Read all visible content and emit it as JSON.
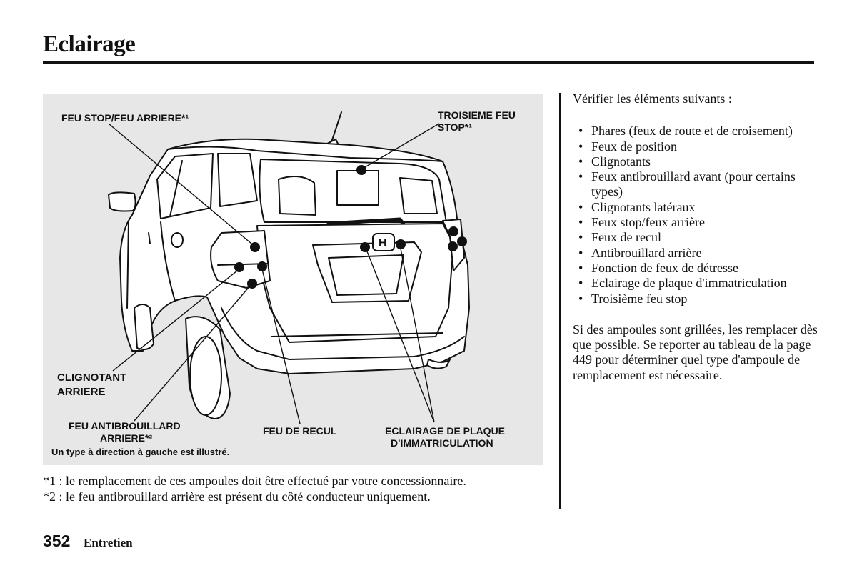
{
  "header": {
    "title": "Eclairage"
  },
  "figure": {
    "callouts": {
      "feu_stop": "FEU STOP/FEU ARRIERE*¹",
      "troisieme_l1": "TROISIEME FEU",
      "troisieme_l2": "STOP*¹",
      "clignotant_l1": "CLIGNOTANT",
      "clignotant_l2": "ARRIERE",
      "antibrouillard_l1": "FEU ANTIBROUILLARD",
      "antibrouillard_l2": "ARRIERE*²",
      "recul": "FEU DE RECUL",
      "plaque_l1": "ECLAIRAGE DE PLAQUE",
      "plaque_l2": "D'IMMATRICULATION"
    },
    "caption": "Un type à direction à gauche est illustré."
  },
  "footnotes": [
    "*1 : le remplacement de ces ampoules doit être effectué par votre concessionnaire.",
    "*2 : le feu antibrouillard arrière est présent du côté conducteur uniquement."
  ],
  "right_column": {
    "intro": "Vérifier les éléments suivants :",
    "items": [
      "Phares (feux de route et de croisement)",
      "Feux de position",
      "Clignotants",
      "Feux antibrouillard avant (pour certains types)",
      "Clignotants latéraux",
      "Feux stop/feux arrière",
      "Feux de recul",
      "Antibrouillard arrière",
      "Fonction de feux de détresse",
      "Eclairage de plaque d'immatriculation",
      "Troisième feu stop"
    ],
    "note": "Si des ampoules sont grillées, les remplacer dès que possible. Se reporter au tableau de la page 449 pour déterminer quel type d'ampoule de remplacement est nécessaire."
  },
  "footer": {
    "page_number": "352",
    "section": "Entretien"
  }
}
